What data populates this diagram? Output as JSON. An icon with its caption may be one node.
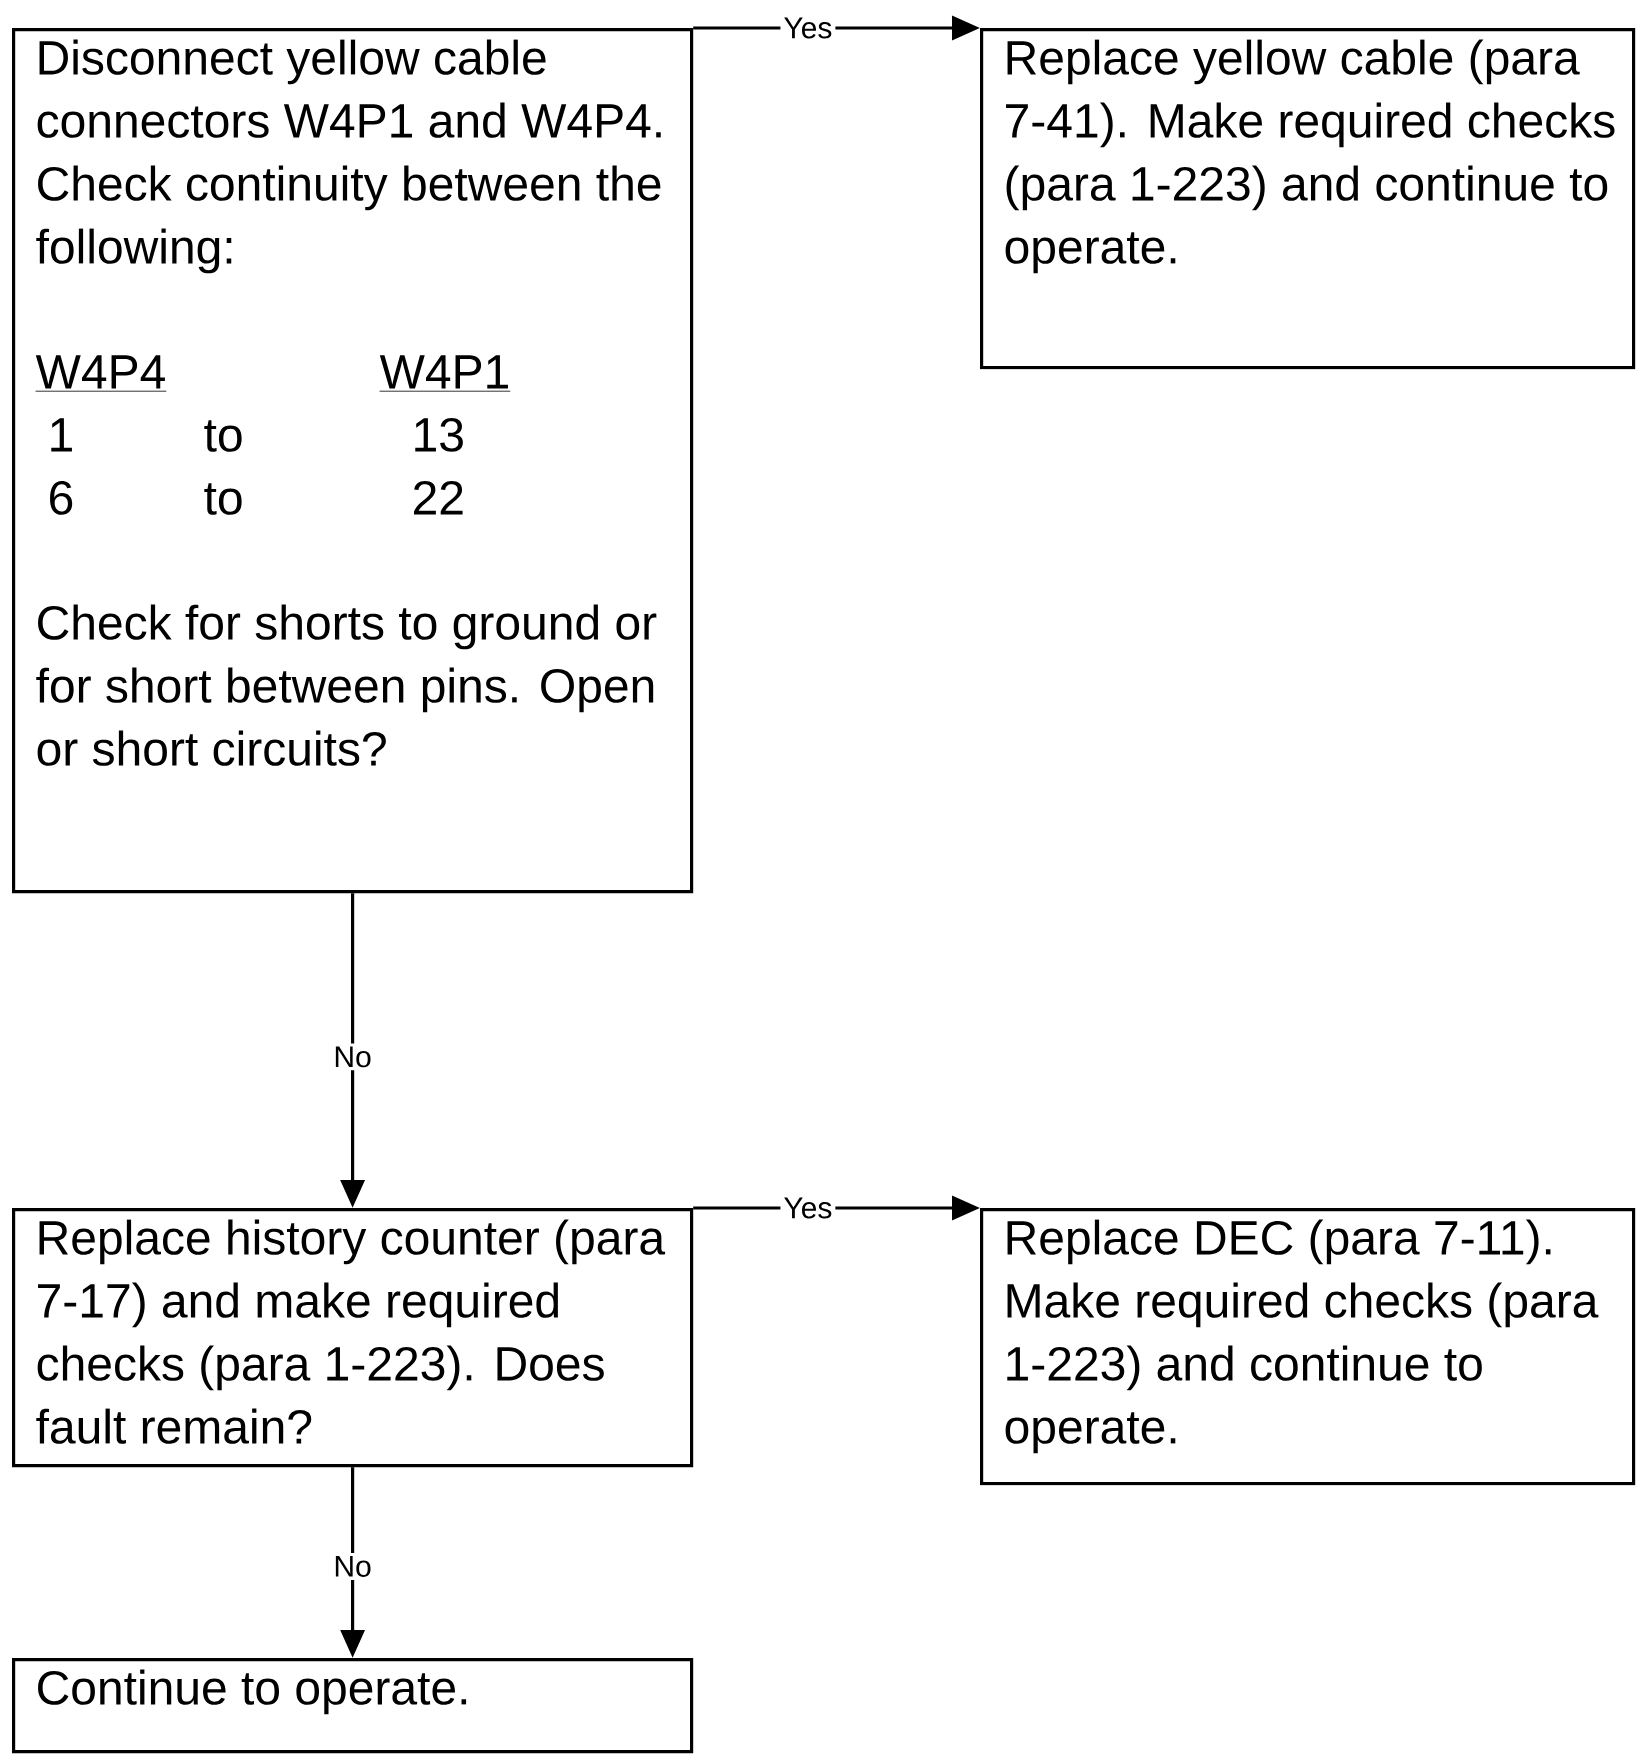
{
  "diagram": {
    "nodes": [
      {
        "text": [
          "Disconnect yellow cable connectors W4P1 and W4P4. Check continuity between the following:",
          "W4P4",
          "W4P1",
          "1",
          "to",
          "13",
          "6",
          "to",
          "22",
          "Check for shorts to ground or for short between pins. Open or short circuits?"
        ]
      },
      {
        "text": [
          "Replace yellow cable (para 7-41). Make required checks (para 1-223) and continue to operate."
        ]
      },
      {
        "text": [
          "Replace history counter (para 7-17) and make required checks (para 1-223). Does fault remain?"
        ]
      },
      {
        "text": [
          "Replace DEC (para 7-11). Make required checks (para 1-223) and continue to operate."
        ]
      },
      {
        "text": [
          "Continue to operate."
        ]
      }
    ],
    "edges": [
      {
        "from": 0,
        "to": 1,
        "arrow": "to",
        "label": "Yes"
      },
      {
        "from": 0,
        "to": 2,
        "arrow": "to",
        "label": "No"
      },
      {
        "from": 2,
        "to": 3,
        "arrow": "to",
        "label": "Yes"
      },
      {
        "from": 2,
        "to": 4,
        "arrow": "to",
        "label": "No"
      }
    ]
  }
}
